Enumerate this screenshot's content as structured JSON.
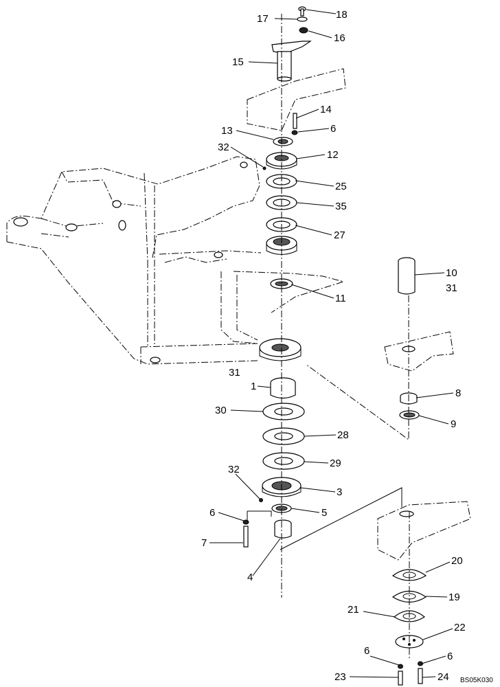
{
  "diagram": {
    "drawing_code": "BS05K030",
    "callouts": [
      "18",
      "17",
      "16",
      "15",
      "14",
      "6",
      "13",
      "32",
      "12",
      "25",
      "35",
      "27",
      "10",
      "31",
      "11",
      "31",
      "1",
      "8",
      "30",
      "9",
      "28",
      "29",
      "32",
      "3",
      "6",
      "5",
      "7",
      "4",
      "20",
      "19",
      "21",
      "22",
      "6",
      "6",
      "23",
      "24"
    ]
  }
}
